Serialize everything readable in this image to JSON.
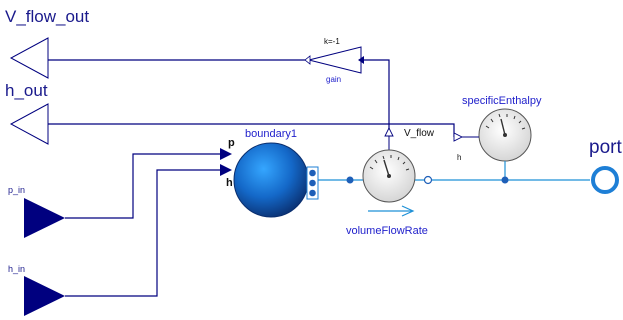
{
  "outputs": {
    "v_flow_out": "V_flow_out",
    "h_out": "h_out"
  },
  "inputs": {
    "p_in": "p_in",
    "h_in": "h_in"
  },
  "gain": {
    "name": "gain",
    "k_label": "k=-1"
  },
  "boundary": {
    "name": "boundary1",
    "port_p": "p",
    "port_h": "h"
  },
  "volume_flow_rate": {
    "name": "volumeFlowRate",
    "signal_label": "V_flow"
  },
  "specific_enthalpy": {
    "name": "specificEnthalpy",
    "signal_label": "h"
  },
  "fluid_port": {
    "label": "port"
  },
  "colors": {
    "signal_line": "#00007f",
    "fluid_line": "#1e90d6",
    "boundary_fill": "#1b70d8",
    "port_ring": "#1e7fd6",
    "sensor_gray": "#d9d9d9"
  }
}
